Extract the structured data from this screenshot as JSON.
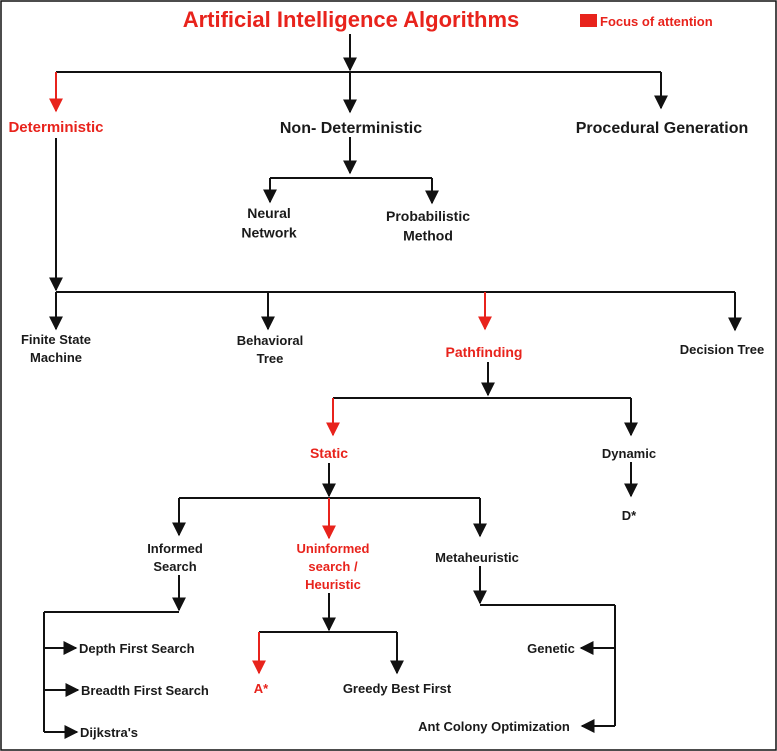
{
  "title": "Artificial Intelligence Algorithms",
  "legend": {
    "label": "Focus of attention",
    "color": "#e8231c"
  },
  "colors": {
    "focus": "#e8231c",
    "line": "#111111",
    "text": "#1a1a1a"
  },
  "nodes": {
    "deterministic": [
      "Deterministic"
    ],
    "non_deterministic": [
      "Non- Deterministic"
    ],
    "procedural_generation": [
      "Procedural Generation"
    ],
    "neural_network": [
      "Neural",
      "Network"
    ],
    "probabilistic_method": [
      "Probabilistic",
      "Method"
    ],
    "finite_state_machine": [
      "Finite State",
      "Machine"
    ],
    "behavioral_tree": [
      "Behavioral",
      "Tree"
    ],
    "pathfinding": [
      "Pathfinding"
    ],
    "decision_tree": [
      "Decision Tree"
    ],
    "static": [
      "Static"
    ],
    "dynamic": [
      "Dynamic"
    ],
    "d_star": [
      "D*"
    ],
    "informed_search": [
      "Informed",
      "Search"
    ],
    "uninformed_search": [
      "Uninformed",
      "search /",
      "Heuristic"
    ],
    "metaheuristic": [
      "Metaheuristic"
    ],
    "depth_first_search": [
      "Depth First Search"
    ],
    "breadth_first_search": [
      "Breadth First Search"
    ],
    "dijkstras": [
      "Dijkstra's"
    ],
    "a_star": [
      "A*"
    ],
    "greedy_best_first": [
      "Greedy Best First"
    ],
    "genetic": [
      "Genetic"
    ],
    "ant_colony_optimization": [
      "Ant Colony Optimization"
    ]
  }
}
